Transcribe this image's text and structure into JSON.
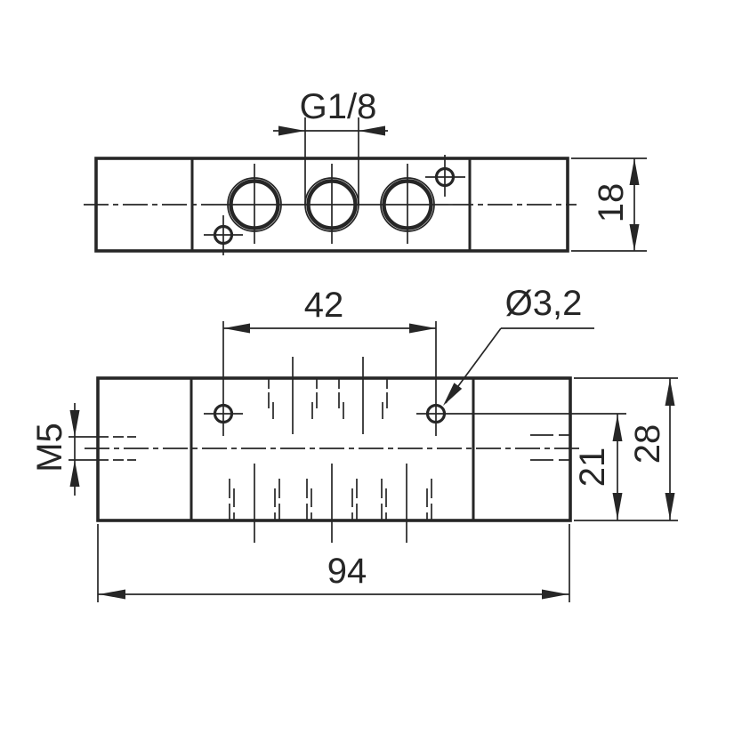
{
  "colors": {
    "line": "#262626",
    "background": "#ffffff"
  },
  "drawing": {
    "type": "technical-drawing",
    "views": {
      "side_view": {
        "port_thread": "G1/8",
        "height": "18"
      },
      "top_view": {
        "hole_spacing": "42",
        "mount_hole_diameter": "Ø3,2",
        "end_port_thread": "M5",
        "hole_offset": "21",
        "width": "28",
        "length": "94"
      }
    }
  }
}
